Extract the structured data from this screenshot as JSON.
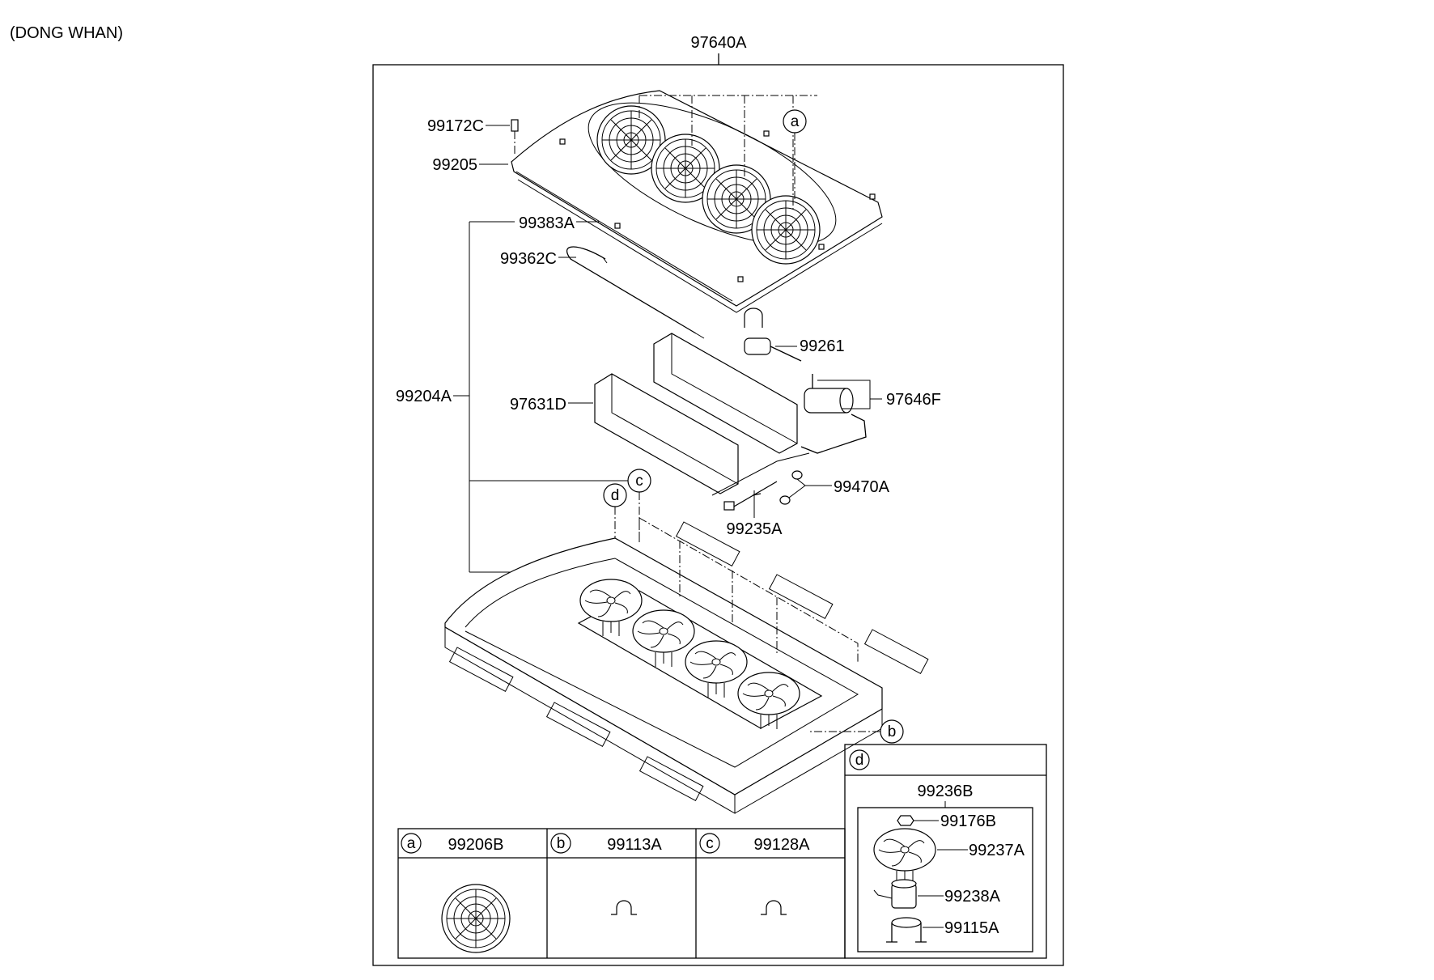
{
  "supplier_note": "(DONG WHAN)",
  "assembly_label": "97640A",
  "callouts": {
    "p99172C": "99172C",
    "p99205": "99205",
    "p99383A": "99383A",
    "p99362C": "99362C",
    "p99261": "99261",
    "p97646F": "97646F",
    "p99204A": "99204A",
    "p97631D": "97631D",
    "p99470A": "99470A",
    "p99235A": "99235A"
  },
  "markers": {
    "a": "a",
    "b": "b",
    "c": "c",
    "d": "d"
  },
  "detail_boxes": [
    {
      "key": "a",
      "part": "99206B"
    },
    {
      "key": "b",
      "part": "99113A"
    },
    {
      "key": "c",
      "part": "99128A"
    }
  ],
  "detail_d": {
    "key": "d",
    "assembly": "99236B",
    "parts": [
      "99176B",
      "99237A",
      "99238A",
      "99115A"
    ]
  }
}
